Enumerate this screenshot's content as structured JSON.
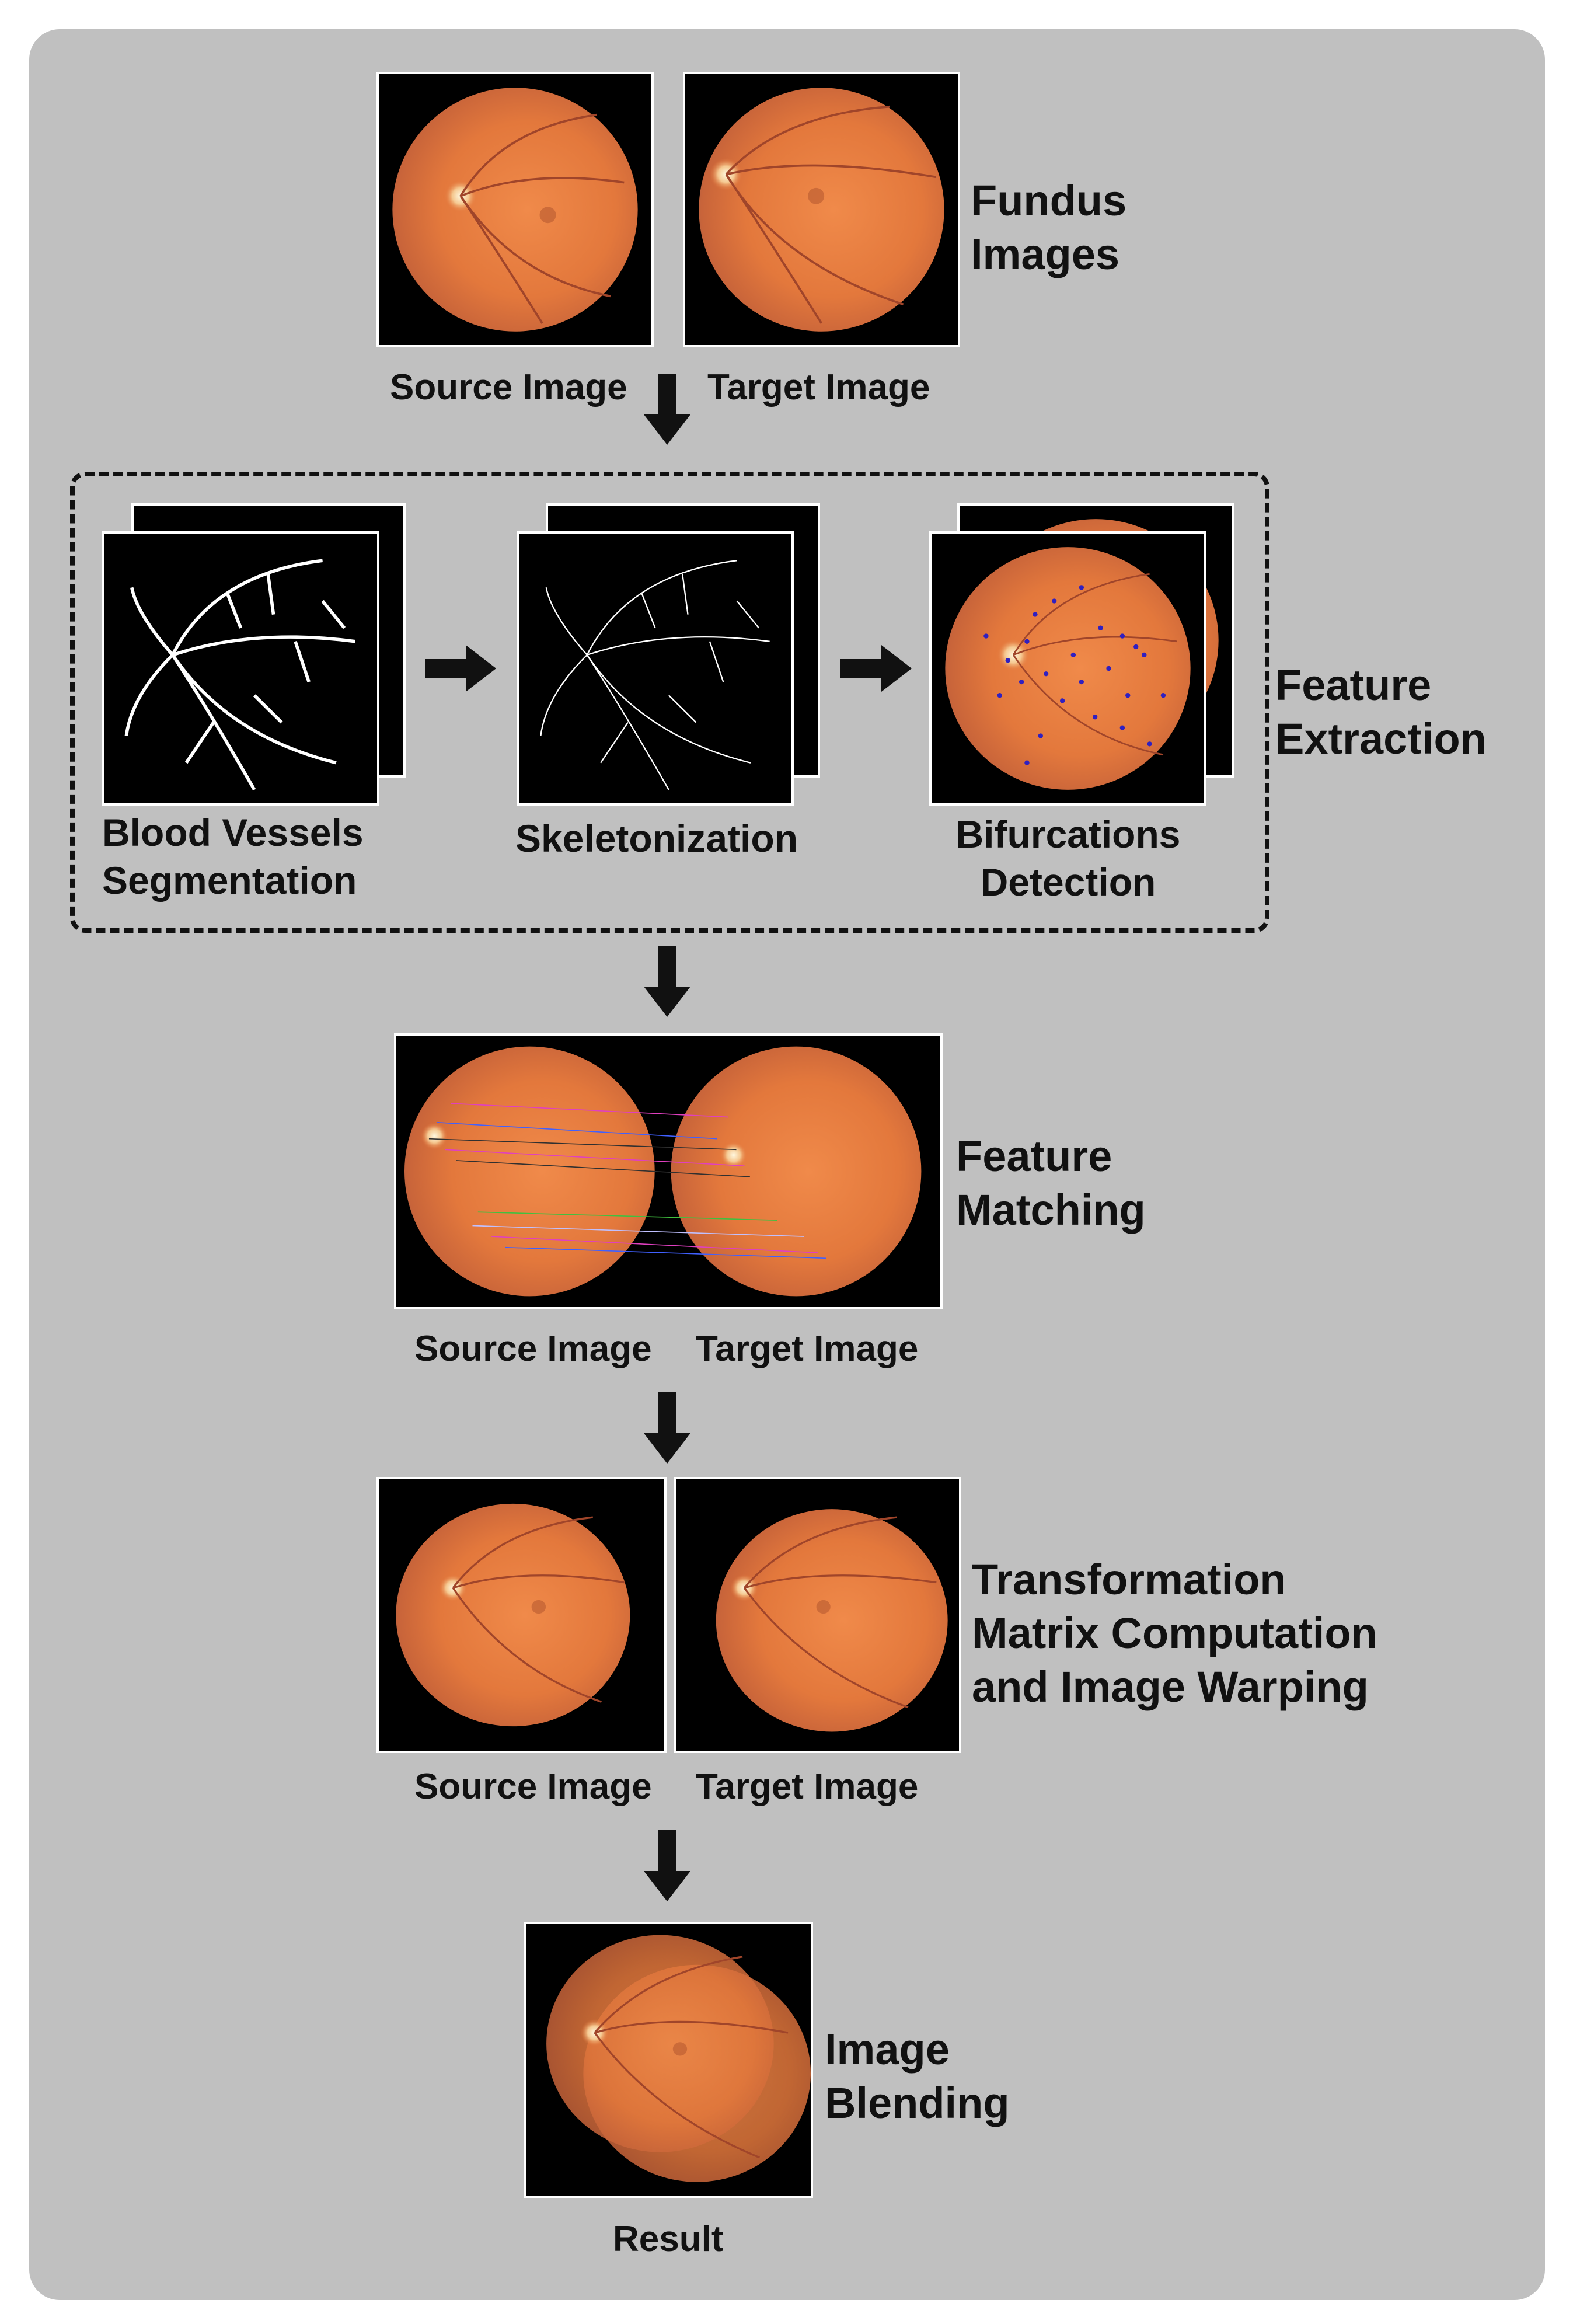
{
  "sections": {
    "fundus_images": "Fundus\nImages",
    "feature_extraction": "Feature\nExtraction",
    "feature_matching": "Feature\nMatching",
    "transformation": "Transformation\nMatrix Computation\nand Image Warping",
    "image_blending": "Image\nBlending"
  },
  "captions": {
    "source_image": "Source Image",
    "target_image": "Target Image",
    "result": "Result"
  },
  "steps": {
    "vessel_segmentation": "Blood Vessels\nSegmentation",
    "skeletonization": "Skeletonization",
    "bifurcations": "Bifurcations\nDetection"
  },
  "colors": {
    "panel": "#c0c0c0",
    "fundus": "#e0854a",
    "match_lines": [
      "#e040c0",
      "#4060ff",
      "#40c040",
      "#c0c0ff",
      "#303030"
    ],
    "bifurcation_points": "#3020c0"
  }
}
